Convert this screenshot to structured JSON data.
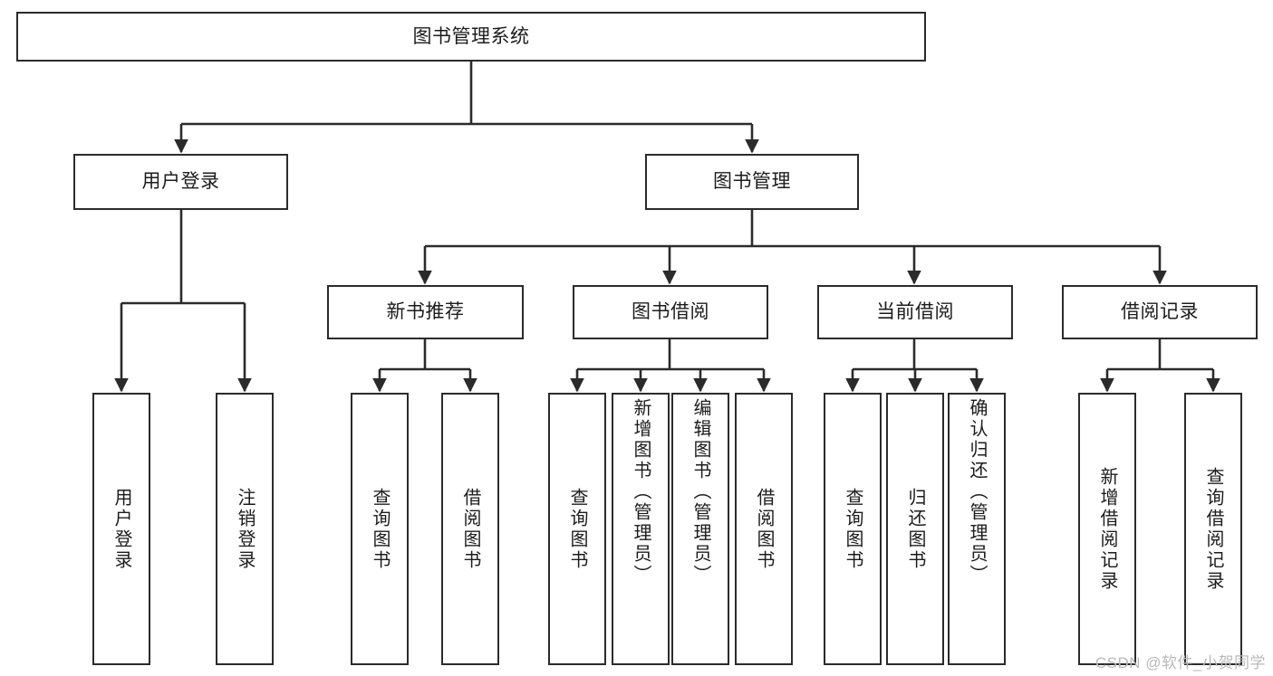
{
  "diagram": {
    "type": "tree-hierarchy",
    "title": "图书管理系统",
    "orientation": "top-down",
    "colors": {
      "box_border": "#2b2b2b",
      "box_fill": "#ffffff",
      "connector": "#2b2b2b",
      "text": "#1c1c1c",
      "watermark": "#b9b9b9"
    },
    "root": {
      "label": "图书管理系统"
    },
    "level2": [
      {
        "id": "user-login",
        "label": "用户登录"
      },
      {
        "id": "book-management",
        "label": "图书管理"
      }
    ],
    "level3": [
      {
        "id": "new-book-recommend",
        "label": "新书推荐",
        "parent": "book-management"
      },
      {
        "id": "book-borrow",
        "label": "图书借阅",
        "parent": "book-management"
      },
      {
        "id": "current-borrow",
        "label": "当前借阅",
        "parent": "book-management"
      },
      {
        "id": "borrow-record",
        "label": "借阅记录",
        "parent": "book-management"
      }
    ],
    "leaves": {
      "user-login": [
        {
          "id": "leaf-user-login",
          "label": "用户登录"
        },
        {
          "id": "leaf-user-logout",
          "label": "注销登录"
        }
      ],
      "new-book-recommend": [
        {
          "id": "leaf-query-book-1",
          "label": "查询图书"
        },
        {
          "id": "leaf-borrow-book-1",
          "label": "借阅图书"
        }
      ],
      "book-borrow": [
        {
          "id": "leaf-query-book-2",
          "label": "查询图书"
        },
        {
          "id": "leaf-add-book",
          "label": "新增图书（管理员）"
        },
        {
          "id": "leaf-edit-book",
          "label": "编辑图书（管理员）"
        },
        {
          "id": "leaf-borrow-book-2",
          "label": "借阅图书"
        }
      ],
      "current-borrow": [
        {
          "id": "leaf-query-book-3",
          "label": "查询图书"
        },
        {
          "id": "leaf-return-book",
          "label": "归还图书"
        },
        {
          "id": "leaf-confirm-return",
          "label": "确认归还（管理员）"
        }
      ],
      "borrow-record": [
        {
          "id": "leaf-add-record",
          "label": "新增借阅记录"
        },
        {
          "id": "leaf-query-record",
          "label": "查询借阅记录"
        }
      ]
    }
  },
  "watermark": {
    "text": "CSDN @软件_小贺同学"
  }
}
